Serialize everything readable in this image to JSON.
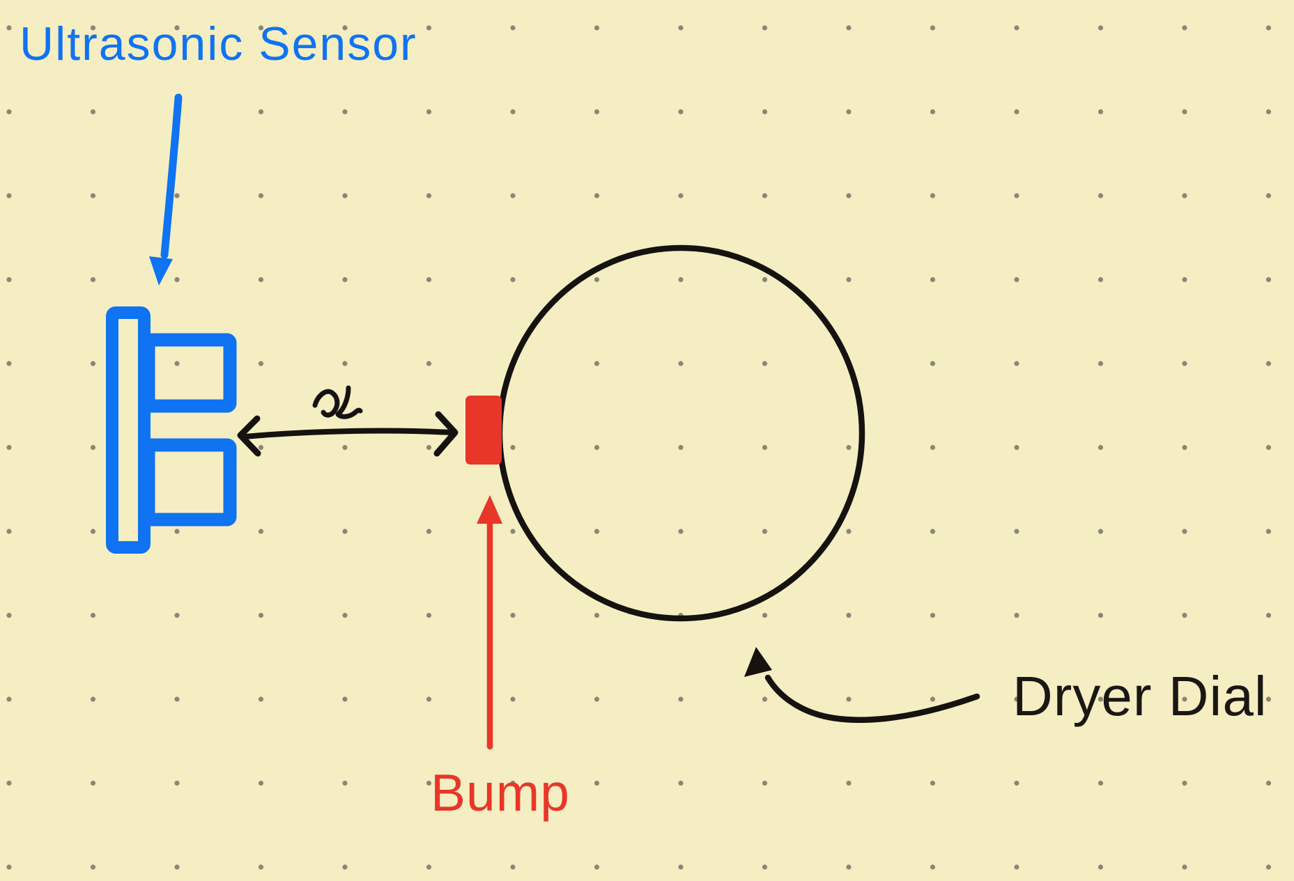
{
  "canvas": {
    "background": "#F5EEC2",
    "dot_color": "#8B8677",
    "ink_black": "#151210",
    "ink_blue": "#0F73F2",
    "ink_red": "#E83628"
  },
  "labels": {
    "ultrasonic_sensor": {
      "text": "Ultrasonic Sensor",
      "color": "#0F73F2"
    },
    "distance": {
      "text": "x",
      "color": "#151210"
    },
    "bump": {
      "text": "Bump",
      "color": "#E83628"
    },
    "dryer_dial": {
      "text": "Dryer Dial",
      "color": "#1A1714"
    }
  },
  "shapes": {
    "ultrasonic_sensor_icon": "ultrasonic-sensor-side-view",
    "dryer_dial_shape": "circle",
    "bump_shape": "rounded-rectangle"
  }
}
